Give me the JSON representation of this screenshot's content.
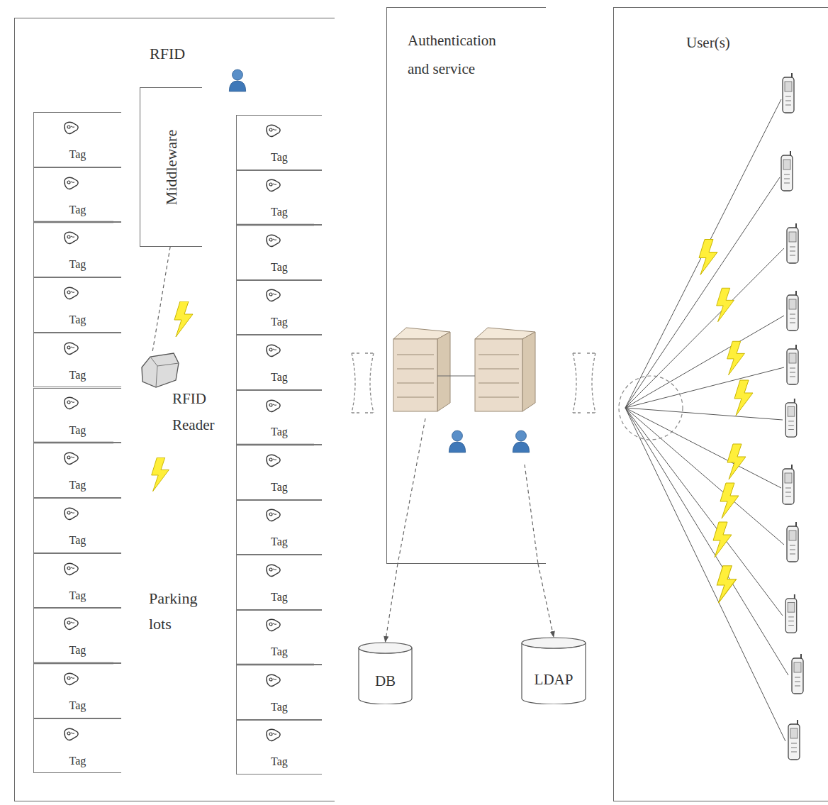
{
  "diagram": {
    "nodes": [
      {
        "text": [
          "RFID"
        ]
      },
      {
        "text": [
          "Middleware"
        ],
        "in": 0
      },
      {
        "text": [
          "RFID Reader"
        ],
        "in": 0
      },
      {
        "text": [
          "Tag"
        ],
        "in": 0
      },
      {
        "text": [
          "Tag"
        ],
        "in": 0
      },
      {
        "text": [
          "Tag"
        ],
        "in": 0
      },
      {
        "text": [
          "Tag"
        ],
        "in": 0
      },
      {
        "text": [
          "Tag"
        ],
        "in": 0
      },
      {
        "text": [
          "Tag"
        ],
        "in": 0
      },
      {
        "text": [
          "Tag"
        ],
        "in": 0
      },
      {
        "text": [
          "Tag"
        ],
        "in": 0
      },
      {
        "text": [
          "Tag"
        ],
        "in": 0
      },
      {
        "text": [
          "Tag"
        ],
        "in": 0
      },
      {
        "text": [
          "Tag"
        ],
        "in": 0
      },
      {
        "text": [
          "Tag"
        ],
        "in": 0
      },
      {
        "text": [
          "Tag"
        ],
        "in": 0
      },
      {
        "text": [
          "Tag"
        ],
        "in": 0
      },
      {
        "text": [
          "Tag"
        ],
        "in": 0
      },
      {
        "text": [
          "Tag"
        ],
        "in": 0
      },
      {
        "text": [
          "Tag"
        ],
        "in": 0
      },
      {
        "text": [
          "Tag"
        ],
        "in": 0
      },
      {
        "text": [
          "Tag"
        ],
        "in": 0
      },
      {
        "text": [
          "Tag"
        ],
        "in": 0
      },
      {
        "text": [
          "Tag"
        ],
        "in": 0
      },
      {
        "text": [
          "Tag"
        ],
        "in": 0
      },
      {
        "text": [
          "Tag"
        ],
        "in": 0
      },
      {
        "text": [
          "Tag"
        ],
        "in": 0
      },
      {
        "text": [
          "Authentication and service"
        ]
      },
      {
        "text": [
          "DB"
        ]
      },
      {
        "text": [
          "LDAP"
        ]
      },
      {
        "text": [
          "User(s)"
        ]
      }
    ],
    "edges": [
      {
        "from": 1,
        "to": 2,
        "arrow": "none"
      },
      {
        "from": 27,
        "to": 28,
        "arrow": "to"
      },
      {
        "from": 27,
        "to": 29,
        "arrow": "to"
      }
    ],
    "labels": [
      "Parking lots"
    ]
  }
}
